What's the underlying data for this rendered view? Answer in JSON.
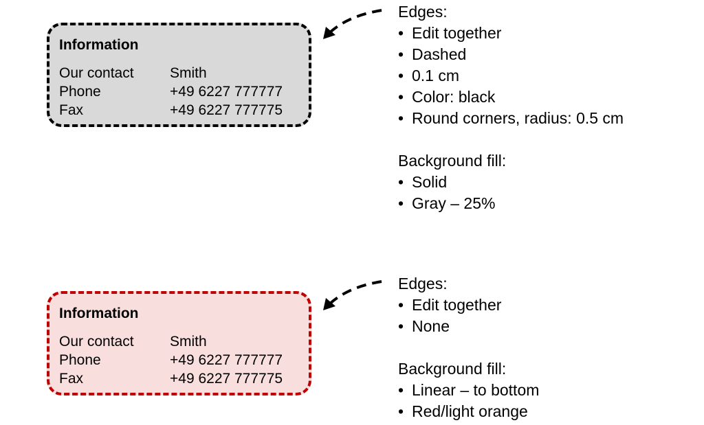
{
  "cards": [
    {
      "title": "Information",
      "rows": [
        {
          "label": "Our contact",
          "value": "Smith"
        },
        {
          "label": "Phone",
          "value": "+49 6227 777777"
        },
        {
          "label": "Fax",
          "value": "+49 6227 777775"
        }
      ],
      "border_color": "#000000",
      "fill_color": "#d9d9d9"
    },
    {
      "title": "Information",
      "rows": [
        {
          "label": "Our contact",
          "value": "Smith"
        },
        {
          "label": "Phone",
          "value": "+49 6227 777777"
        },
        {
          "label": "Fax",
          "value": "+49 6227 777775"
        }
      ],
      "border_color": "#c00000",
      "fill_color": "#f9dede"
    }
  ],
  "notes": [
    {
      "edges_heading": "Edges:",
      "edges": [
        "Edit together",
        "Dashed",
        "0.1 cm",
        "Color: black",
        "Round corners, radius: 0.5 cm"
      ],
      "fill_heading": "Background fill:",
      "fill": [
        "Solid",
        "Gray – 25%"
      ]
    },
    {
      "edges_heading": "Edges:",
      "edges": [
        "Edit together",
        "None"
      ],
      "fill_heading": "Background fill:",
      "fill": [
        "Linear – to bottom",
        "Red/light orange"
      ]
    }
  ],
  "bullet_char": "•"
}
